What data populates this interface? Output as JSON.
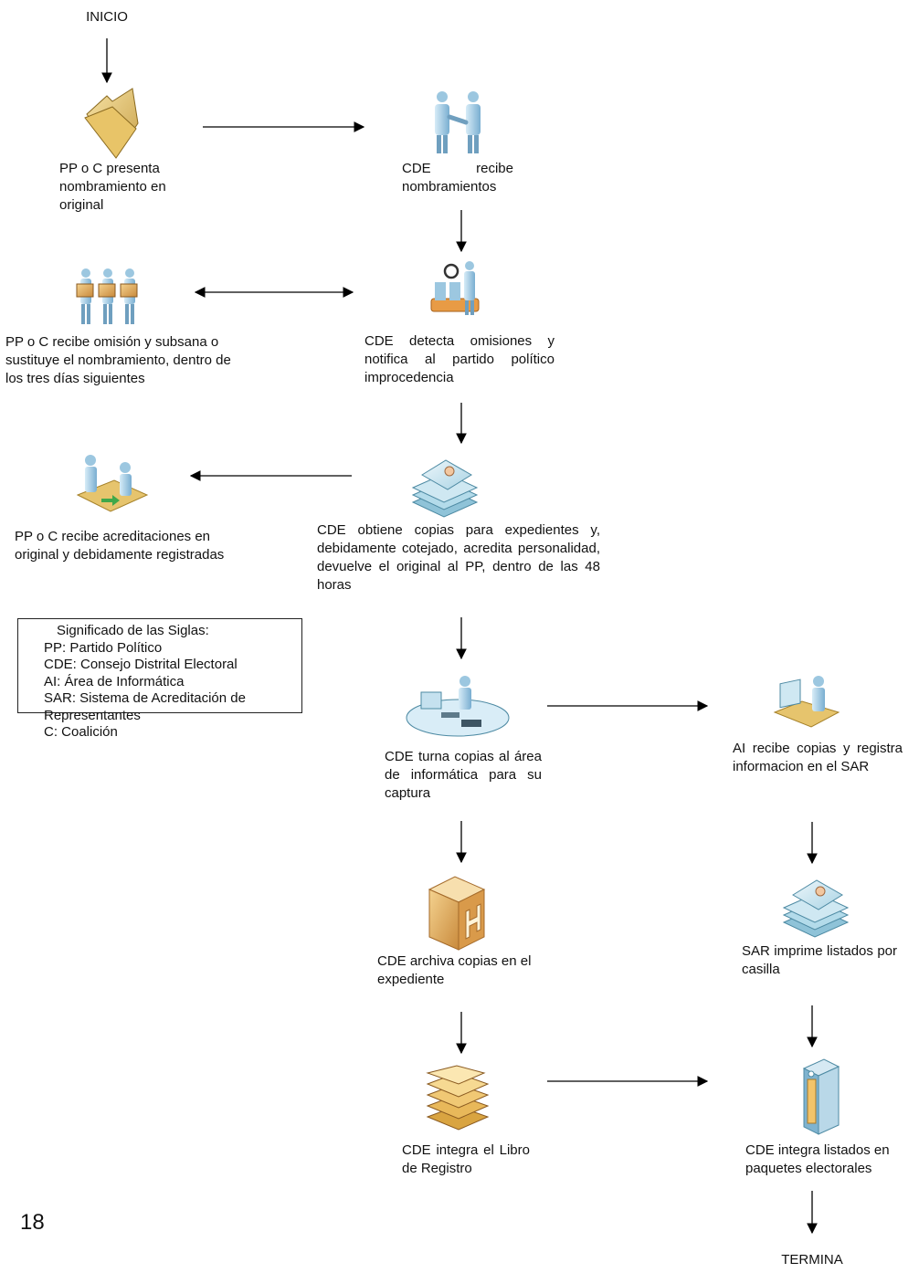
{
  "start": "INICIO",
  "end": "TERMINA",
  "page_number": "18",
  "steps": {
    "s1": "PP o C presenta nombramiento en original",
    "s2": "CDE recibe nombramientos",
    "s3": "CDE detecta omisiones y notifica al partido político improcedencia",
    "s4": "PP o C recibe omisión y subsana o sustituye el nombramiento, dentro de los tres días siguientes",
    "s5": "CDE obtiene copias para expedientes y, debidamente cotejado, acredita personalidad, devuelve el original al PP, dentro de las 48 horas",
    "s6": "PP o C recibe acreditaciones en original y debidamente registradas",
    "s7": "CDE turna copias al área de informática para su captura",
    "s8": "AI recibe copias y registra informacion en el SAR",
    "s9": "CDE archiva copias en el expediente",
    "s10": "SAR imprime listados por casilla",
    "s11": "CDE integra el Libro de Registro",
    "s12": "CDE integra listados en paquetes electorales"
  },
  "legend": {
    "title": "Significado de las Siglas:",
    "items": [
      "PP:  Partido Político",
      "CDE: Consejo Distrital Electoral",
      "AI: Área de Informática",
      "SAR: Sistema de Acreditación de Representantes",
      "C: Coalición"
    ]
  },
  "icons": {
    "s1": "folder-icon",
    "s2": "handshake-people-icon",
    "s3": "inspection-conveyor-icon",
    "s4": "people-with-packages-icon",
    "s5": "document-stack-icon",
    "s6": "desk-exchange-icon",
    "s7": "computer-workstation-icon",
    "s8": "person-at-screen-icon",
    "s9": "archive-box-icon",
    "s10": "document-stack-icon",
    "s11": "books-stack-icon",
    "s12": "server-tower-icon"
  }
}
